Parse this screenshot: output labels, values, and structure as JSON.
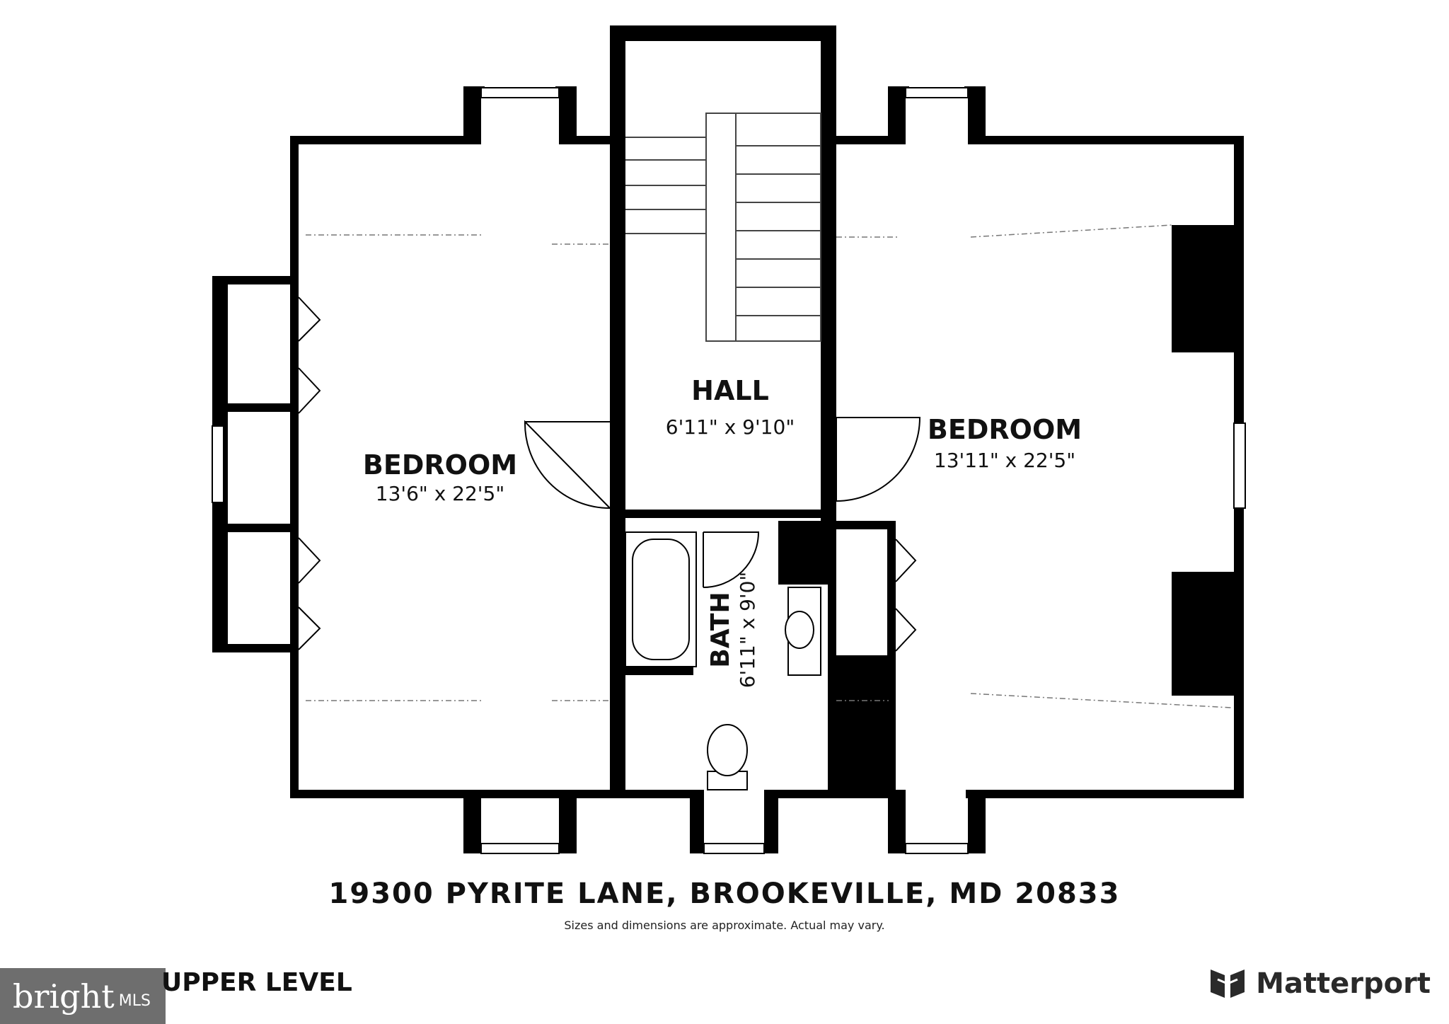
{
  "rooms": {
    "left_bedroom": {
      "name": "BEDROOM",
      "dims": "13'6\" x 22'5\""
    },
    "hall": {
      "name": "HALL",
      "dims": "6'11\" x 9'10\""
    },
    "right_bedroom": {
      "name": "BEDROOM",
      "dims": "13'11\" x 22'5\""
    },
    "bath": {
      "name": "BATH",
      "dims": "6'11\" x 9'0\""
    }
  },
  "address": "19300 PYRITE LANE, BROOKEVILLE, MD 20833",
  "disclaimer": "Sizes and dimensions are approximate. Actual may vary.",
  "level": "UPPER LEVEL",
  "brand_bright": {
    "word": "bright",
    "suffix": "MLS"
  },
  "brand_matterport": "Matterport",
  "colors": {
    "wall": "#000000",
    "background": "#ffffff",
    "bright_bg": "#6e6e6e"
  }
}
